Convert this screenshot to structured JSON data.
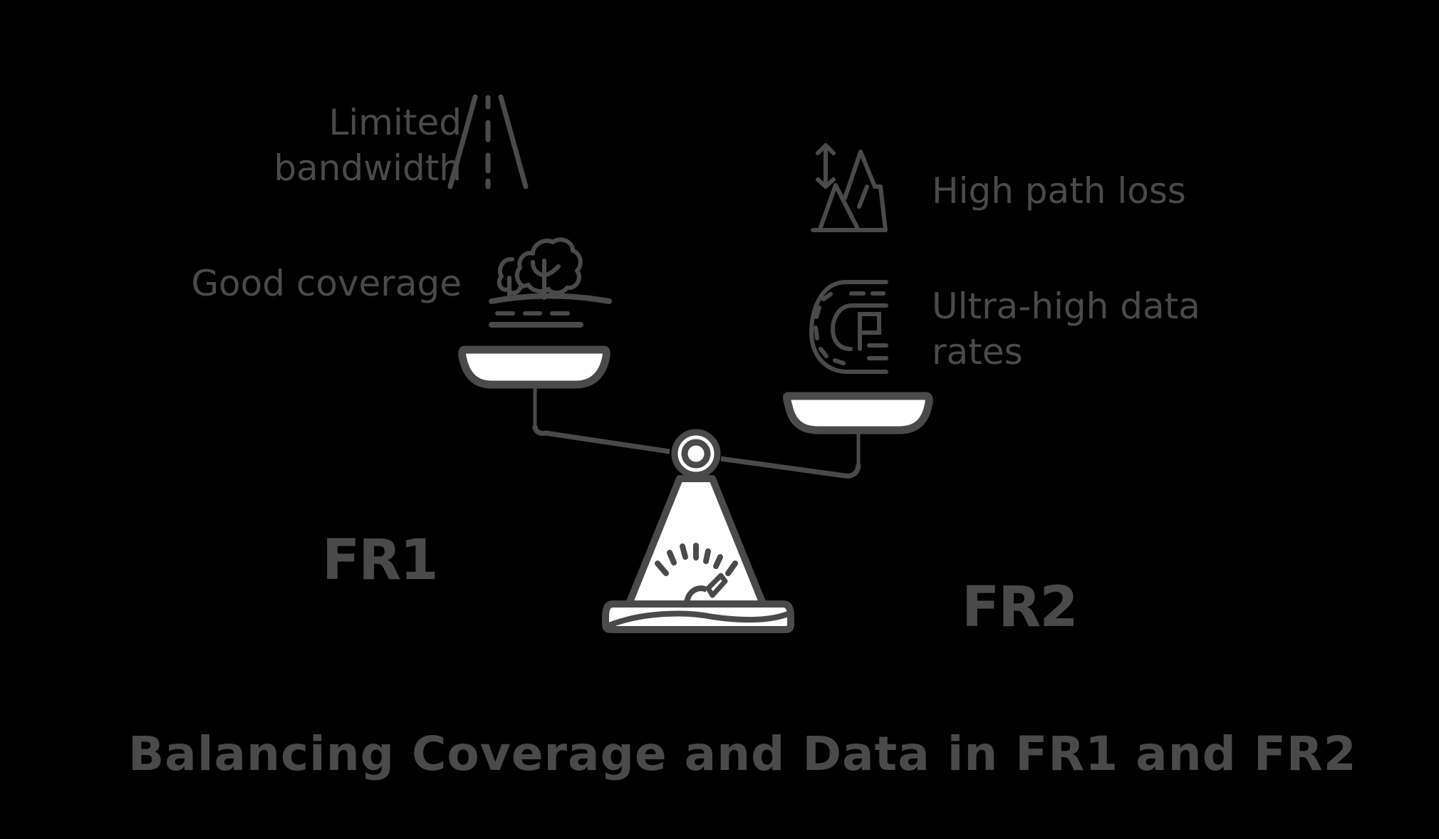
{
  "diagram": {
    "title": "Balancing Coverage and Data in FR1 and FR2",
    "left_side": {
      "label": "FR1",
      "attributes": [
        {
          "text_lines": [
            "Limited",
            "bandwidth"
          ],
          "icon": "road-icon"
        },
        {
          "text_lines": [
            "Good coverage"
          ],
          "icon": "trees-landscape-icon"
        }
      ]
    },
    "right_side": {
      "label": "FR2",
      "attributes": [
        {
          "text_lines": [
            "High path loss"
          ],
          "icon": "mountains-height-icon"
        },
        {
          "text_lines": [
            "Ultra-high data",
            "rates"
          ],
          "icon": "racetrack-icon"
        }
      ]
    },
    "center_icon": "balance-scale-icon",
    "colors": {
      "background": "#000000",
      "ink": "#4a4a4a",
      "fill": "#ffffff"
    }
  }
}
